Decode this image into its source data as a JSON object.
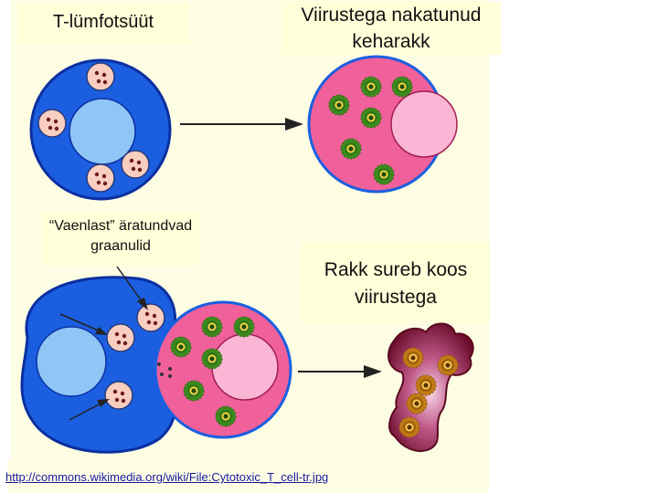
{
  "labels": {
    "t_cell": "T-lümfotsüüt",
    "infected_line1": "Viirustega nakatunud",
    "infected_line2": "keharakk",
    "orphans_line1": "“Vaenlast” äratundvad",
    "orphans_line2": "graanulid",
    "dies_line1": "Rakk sureb koos",
    "dies_line2": "viirustega"
  },
  "source_url": "http://commons.wikimedia.org/wiki/File:Cytotoxic_T_cell-tr.jpg",
  "colors": {
    "t_cell": "#1b5fe0",
    "t_cell_edge": "#0b2fa0",
    "nucleus": "#8ec6f5",
    "infected_cell": "#f0609a",
    "infected_nucleus": "#fbb6d6",
    "virus": "#3e8a1f",
    "granule": "#f8cec0",
    "dead_cell": "#7a1030"
  }
}
